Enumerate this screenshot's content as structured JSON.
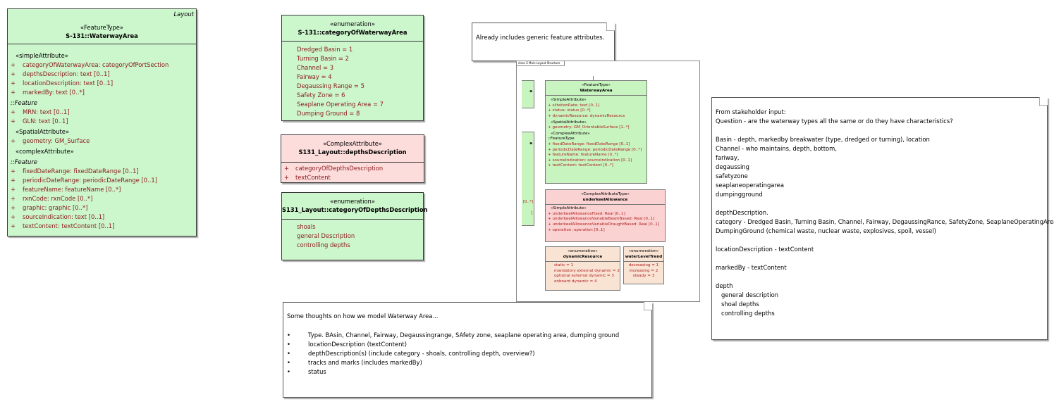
{
  "waterway_class": {
    "corner_label": "Layout",
    "stereotype": "«FeatureType»",
    "name": "S-131::WaterwayArea",
    "rows": [
      {
        "kind": "group",
        "text": "«simpleAttribute»"
      },
      {
        "kind": "attr",
        "text": "categoryOfWaterwayArea: categoryOfPortSection"
      },
      {
        "kind": "attr",
        "text": "depthsDescription: text [0..1]"
      },
      {
        "kind": "attr",
        "text": "locationDescription: text [0..1]"
      },
      {
        "kind": "attr",
        "text": "markedBy: text [0..*]"
      },
      {
        "kind": "section",
        "text": "::Feature"
      },
      {
        "kind": "attr",
        "text": "MRN: text [0..1]"
      },
      {
        "kind": "attr",
        "text": "GLN: text [0..1]"
      },
      {
        "kind": "group",
        "text": "«SpatialAttribute»"
      },
      {
        "kind": "attr",
        "text": "geometry: GM_Surface"
      },
      {
        "kind": "group",
        "text": "«complexAttribute»"
      },
      {
        "kind": "section",
        "text": "::Feature"
      },
      {
        "kind": "attr",
        "text": "fixedDateRange: fixedDateRange [0..1]"
      },
      {
        "kind": "attr",
        "text": "periodicDateRange: periodicDateRange [0..1]"
      },
      {
        "kind": "attr",
        "text": "featureName: featureName [0..*]"
      },
      {
        "kind": "attr",
        "text": "rxnCode: rxnCode [0..*]"
      },
      {
        "kind": "attr",
        "text": "graphic: graphic [0..*]"
      },
      {
        "kind": "attr",
        "text": "sourceIndication: text [0..1]"
      },
      {
        "kind": "attr",
        "text": "textContent: textContent [0..1]"
      }
    ]
  },
  "category_enum": {
    "stereotype": "«enumeration»",
    "name": "S-131::categoryOfWaterwayArea",
    "literals": [
      "Dredged Basin = 1",
      "Turning Basin = 2",
      "Channel = 3",
      "Fairway = 4",
      "Degaussing Range = 5",
      "Safety Zone = 6",
      "Seaplane Operating Area = 7",
      "Dumping Ground = 8"
    ]
  },
  "depths_complex": {
    "stereotype": "«ComplexAttribute»",
    "name": "S131_Layout::depthsDescription",
    "attrs": [
      "categoryOfDepthsDescription",
      "textContent"
    ]
  },
  "depths_enum": {
    "stereotype": "«enumeration»",
    "name": "S131_Layout::categoryOfDepthsDescription",
    "literals": [
      "shoals",
      "general Description",
      "controlling depths"
    ]
  },
  "note_generic": {
    "text": "Already includes generic feature attributes."
  },
  "note_thoughts": {
    "title": "Some thoughts on how we model Waterway Area...",
    "bullet": "•",
    "bullets": [
      "Type. BAsin, Channel, Fairway, Degaussingrange, SAfety zone, seaplane operating area, dumping ground",
      "locationDescription (textContent)",
      "depthDescription(s) (include category - shoals, controlling depth, overview?)",
      "tracks and marks (includes markedBy)",
      "status"
    ]
  },
  "note_stakeholder": {
    "lines": [
      "From stakeholder input:",
      "Question - are the waterway types all the same or do they have characteristics?",
      "",
      "Basin - depth, markedby breakwater (type, dredged or turning), location",
      "Channel - who maintains, depth, bottom,",
      "fariway,",
      "degaussing",
      "safetyzone",
      "seaplaneoperatingarea",
      "dumpingground",
      "",
      "depthDescription.",
      "category - Dredged Basin, Turning Basin, Channel, Fairway, DegaussingRance, SafetyZone, SeaplaneOperatingArea,",
      "DumpingGround (chemical waste, nuclear waste, explosives, spoil, vessel)",
      "",
      "locationDescription - textContent",
      "",
      "markedBy - textContent",
      "",
      "depth",
      "   general description",
      "   shoal depths",
      "   controlling depths"
    ]
  },
  "mini_diagram": {
    "frame_label": "class S Main Layout Structure",
    "left_stub_top": "a",
    "left_stub_mid": "a",
    "left_stub_mid_text": "[0..*]",
    "left_stub_mid_text2": "]",
    "waterway": {
      "stereotype": "«FeatureType»",
      "name": "WaterwayArea",
      "groups": [
        {
          "title": "«SimpleAttribute»",
          "rows": [
            "siltationRate: text [0..1]",
            "status: status [0..*]",
            "dynamicResource: dynamicResource"
          ]
        },
        {
          "title": "«SpatialAttribute»",
          "rows": [
            "geometry: GM_OrientableSurface [1..*]"
          ]
        },
        {
          "title": "«ComplexAttribute»",
          "section": "::FeatureType",
          "rows": [
            "fixedDateRange: fixedDateRange [0..1]",
            "periodicDateRange: periodicDateRange [0..*]",
            "featureName: featureName [0..*]",
            "sourceIndication: sourceIndication [0..1]",
            "textContent: textContent [0..*]"
          ]
        }
      ]
    },
    "underkeel": {
      "stereotype": "«ComplexAttributeType»",
      "name": "underkeelAllowance",
      "title": "«SimpleAttribute»",
      "rows": [
        "underkeelAllowanceFixed: Real [0..1]",
        "underkeelAllowanceVariableBeamBased: Real [0..1]",
        "underkeelAllowanceVariableDraughtBased: Real [0..1]",
        "operation: operation [0..1]"
      ]
    },
    "dynamic": {
      "stereotype": "«enumeration»",
      "name": "dynamicResource",
      "rows": [
        "static = 1",
        "mandatory external dynamic = 2",
        "optional external dynamic = 3",
        "onboard dynamic = 4"
      ]
    },
    "water": {
      "stereotype": "«enumeration»",
      "name": "waterLevelTrend",
      "rows": [
        "decreasing = 1",
        "increasing = 2",
        "steady = 3"
      ]
    }
  }
}
